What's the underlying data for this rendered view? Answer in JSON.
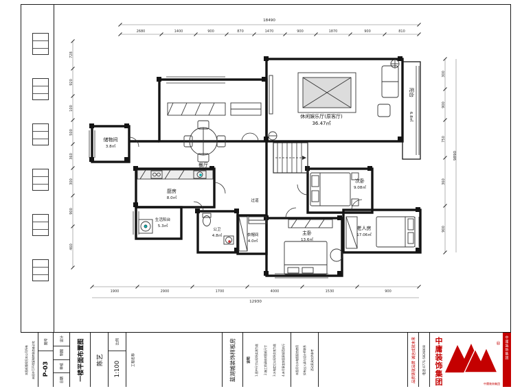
{
  "plan": {
    "dims": {
      "top_total": "18490",
      "top": [
        "2680",
        "1400",
        "900",
        "870",
        "1470",
        "900",
        "1870",
        "900",
        "810"
      ],
      "left": [
        "728",
        "920",
        "100",
        "500",
        "360",
        "300",
        "900",
        "460"
      ],
      "right": [
        "300",
        "900",
        "750",
        "360",
        "900"
      ],
      "right_total": "9890",
      "bottom": [
        "1900",
        "2900",
        "1700",
        "4000",
        "1530",
        "900"
      ],
      "bottom_total": "12930"
    },
    "rooms": [
      {
        "name": "休闲娱乐厅(原客厅)",
        "area": "36.47㎡"
      },
      {
        "name": "阳台",
        "area": "6.8㎡"
      },
      {
        "name": "餐厅",
        "area": ""
      },
      {
        "name": "储物间",
        "area": "3.8㎡"
      },
      {
        "name": "厨房",
        "area": "8.0㎡"
      },
      {
        "name": "生活阳台",
        "area": "5.3㎡"
      },
      {
        "name": "公卫",
        "area": "4.8㎡"
      },
      {
        "name": "衣帽间",
        "area": "4.0㎡"
      },
      {
        "name": "次卧",
        "area": "9.08㎡"
      },
      {
        "name": "老人房",
        "area": "17.06㎡"
      },
      {
        "name": "主卧",
        "area": "13.6㎡"
      },
      {
        "name": "过道",
        "area": ""
      }
    ]
  },
  "titleblock": {
    "disclaimer1": "本图纸版权归本公司所有",
    "disclaimer2": "未经许可不得复制转借违者必究",
    "fields": [
      {
        "label": "设计",
        "value": ""
      },
      {
        "label": "制图",
        "value": ""
      },
      {
        "label": "审核",
        "value": ""
      },
      {
        "label": "日期",
        "value": ""
      }
    ],
    "drawing_no_label": "图号",
    "drawing_no": "P-03",
    "drawing_title": "一楼平面布置图",
    "designer": "陈艺",
    "scale_label": "比例",
    "scale": "1:100",
    "project_label": "工程名称",
    "project": "蓝湖城装饰样板房",
    "notes_title": "说明",
    "notes": [
      "1.图中尺寸以现场实测为准",
      "2.施工前请核对图纸尺寸",
      "3.水电定位以现场交底为准",
      "4.未尽事宜按国家规范执行"
    ],
    "notes2": [
      "本图须与水电图配合使用",
      "如有出入请与设计师联系",
      "活动家具仅供参考"
    ],
    "slogan": "品质铸就品牌 诚信成就未来",
    "contact_phone": "电话:0771-5826808",
    "company": "中庸装饰集团",
    "trademark": "®"
  }
}
